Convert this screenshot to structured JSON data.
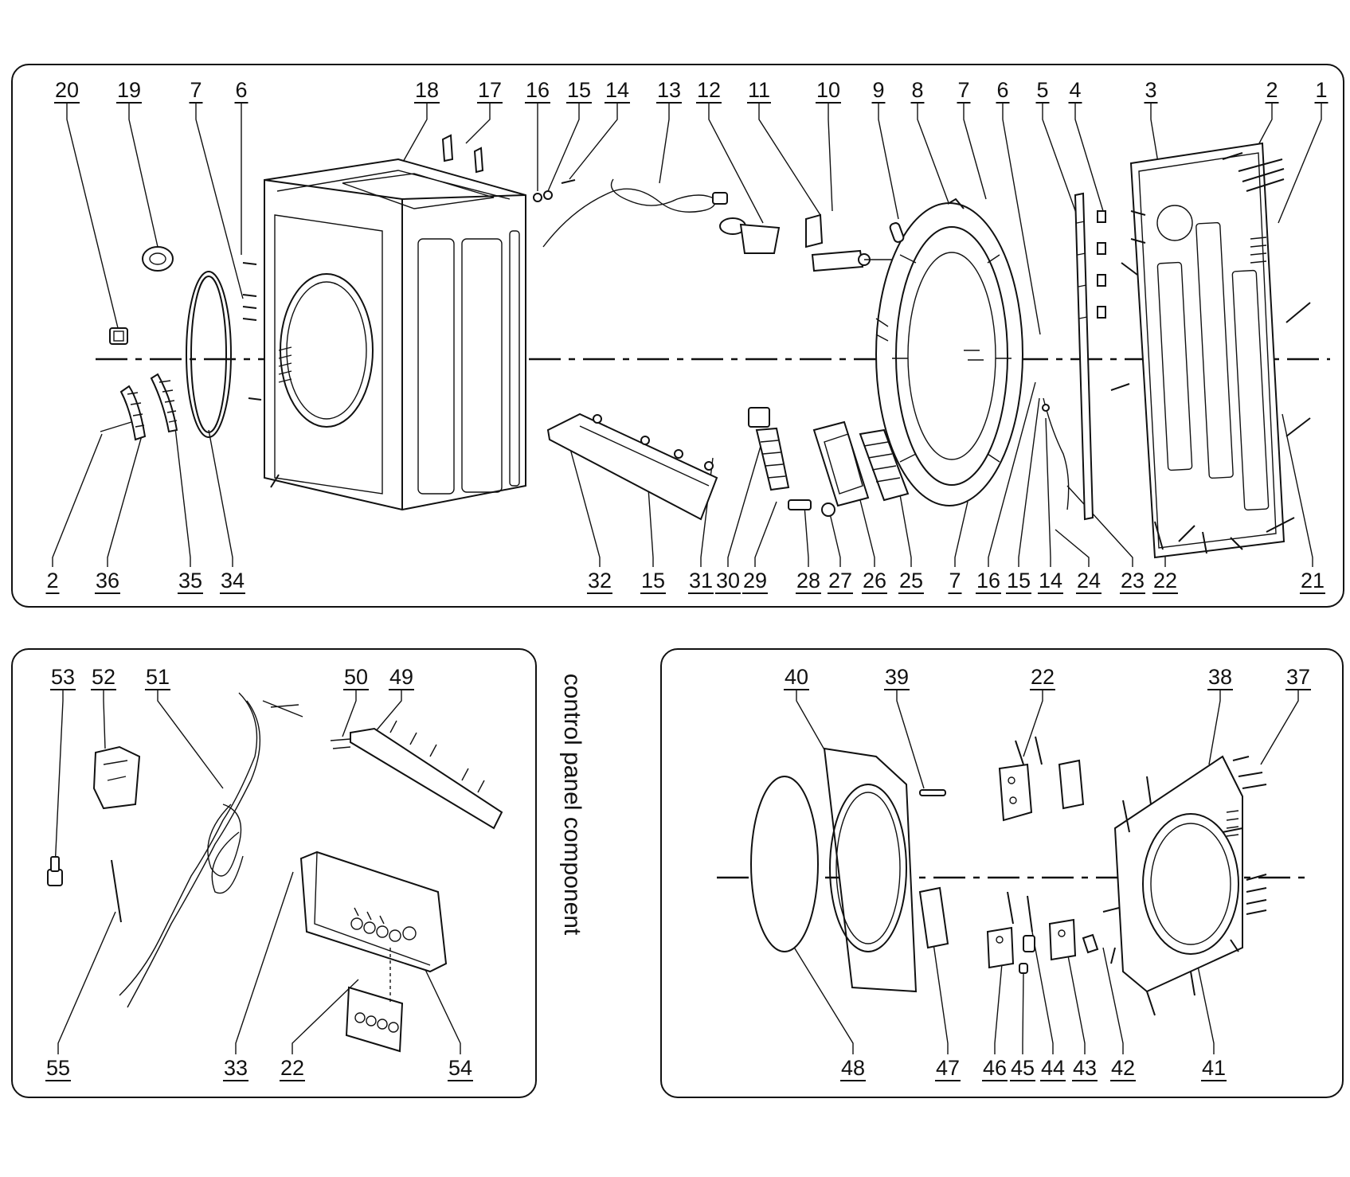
{
  "panels": {
    "main": {
      "top_labels": [
        "20",
        "19",
        "7",
        "6",
        "18",
        "17",
        "16",
        "15",
        "14",
        "13",
        "12",
        "11",
        "10",
        "9",
        "8",
        "7",
        "6",
        "5",
        "4",
        "3",
        "2",
        "1"
      ],
      "bottom_labels": [
        "2",
        "36",
        "35",
        "34",
        "32",
        "15",
        "31",
        "30",
        "29",
        "28",
        "27",
        "26",
        "25",
        "7",
        "16",
        "15",
        "14",
        "24",
        "23",
        "22",
        "21"
      ]
    },
    "control": {
      "caption": "control panel component",
      "labels": [
        "53",
        "52",
        "51",
        "50",
        "49",
        "55",
        "33",
        "22",
        "54"
      ]
    },
    "door": {
      "labels": [
        "40",
        "39",
        "22",
        "38",
        "37",
        "48",
        "47",
        "46",
        "45",
        "44",
        "43",
        "42",
        "41"
      ]
    }
  }
}
